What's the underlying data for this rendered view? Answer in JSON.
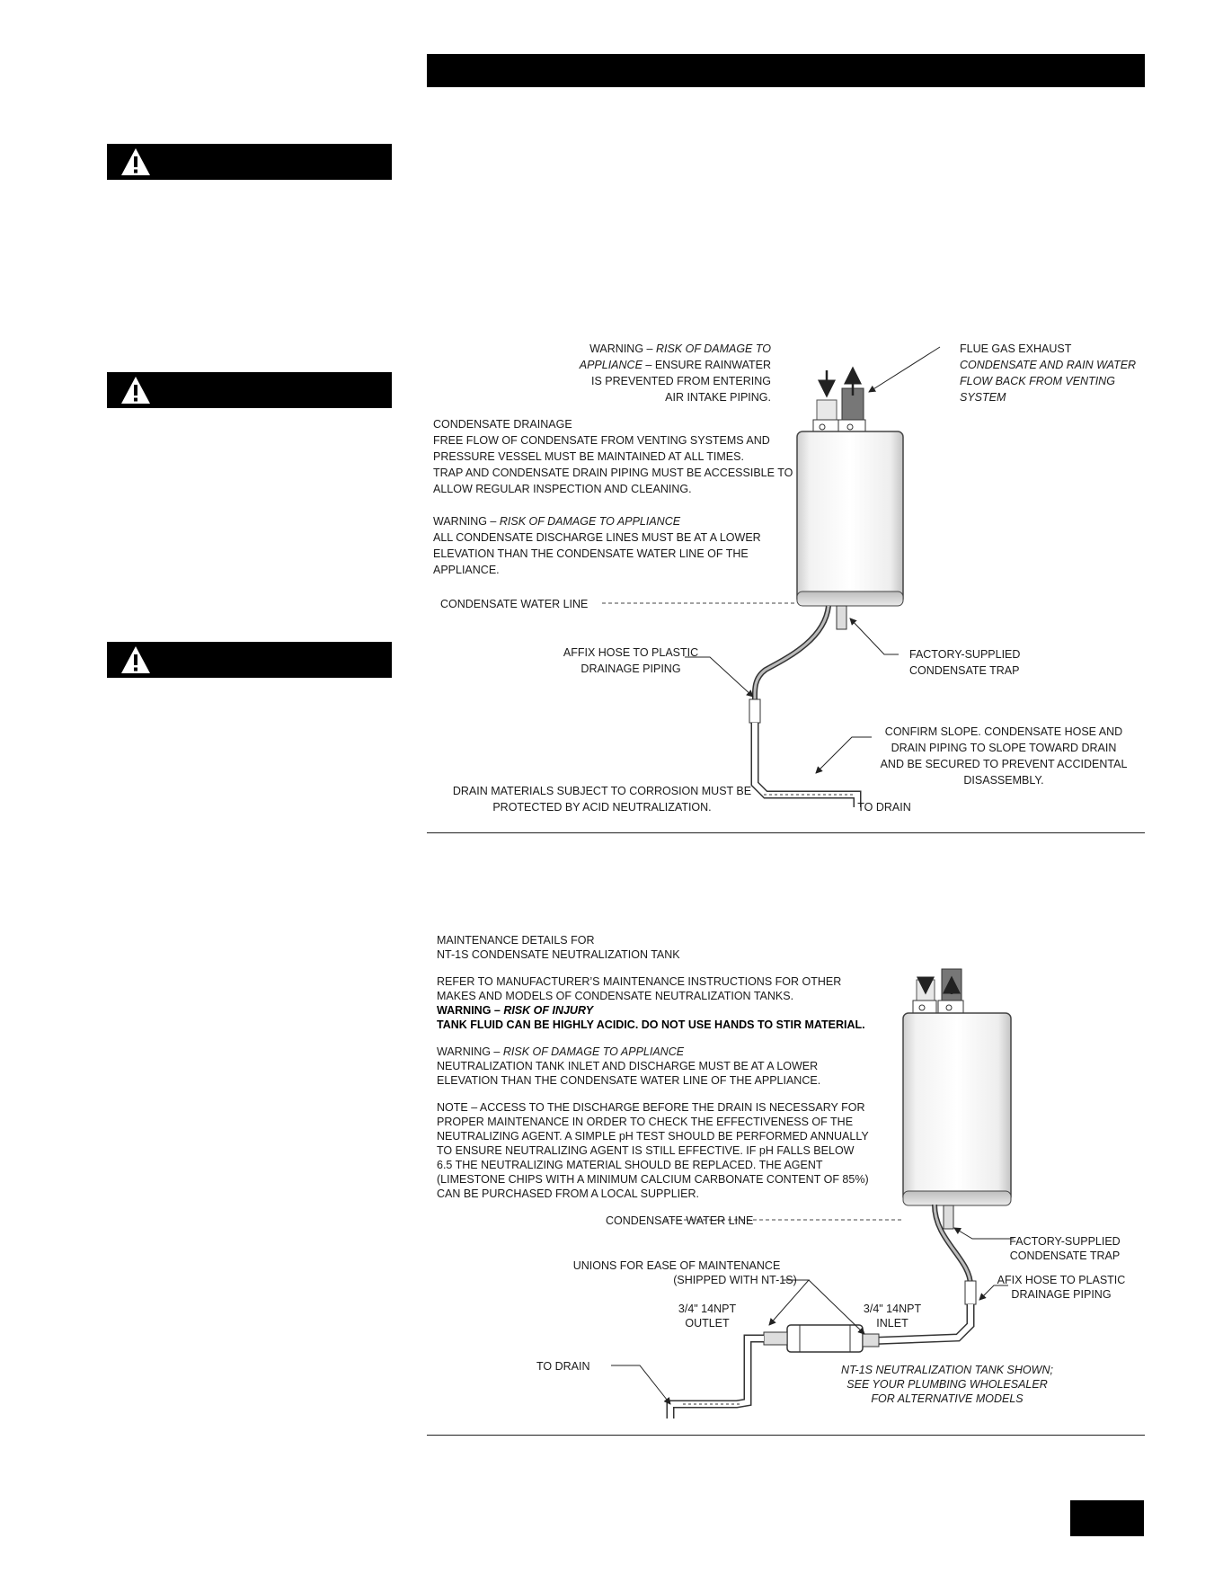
{
  "fig1": {
    "warning_rain": [
      "WARNING – ",
      "RISK OF DAMAGE TO",
      "APPLIANCE",
      " – ENSURE RAINWATER",
      "IS PREVENTED FROM ENTERING",
      "AIR INTAKE PIPING."
    ],
    "flue_gas": [
      "FLUE GAS EXHAUST",
      "CONDENSATE AND RAIN WATER",
      "FLOW BACK FROM VENTING",
      "SYSTEM"
    ],
    "drainage": [
      "CONDENSATE DRAINAGE",
      "FREE FLOW OF CONDENSATE FROM VENTING SYSTEMS AND",
      "PRESSURE VESSEL MUST BE MAINTAINED AT ALL TIMES.",
      "TRAP AND CONDENSATE DRAIN PIPING MUST BE ACCESSIBLE TO",
      "ALLOW REGULAR INSPECTION AND CLEANING."
    ],
    "warning_lower": [
      "WARNING – ",
      "RISK OF DAMAGE TO APPLIANCE",
      "ALL CONDENSATE DISCHARGE LINES MUST BE AT A LOWER",
      "ELEVATION THAN THE CONDENSATE WATER LINE OF THE",
      "APPLIANCE."
    ],
    "water_line": "CONDENSATE WATER LINE",
    "trap": [
      "FACTORY-SUPPLIED",
      "CONDENSATE TRAP"
    ],
    "hose": [
      "AFFIX HOSE TO PLASTIC",
      "DRAINAGE PIPING"
    ],
    "slope": [
      "CONFIRM SLOPE.  CONDENSATE HOSE AND",
      "DRAIN PIPING TO SLOPE TOWARD DRAIN",
      "AND BE SECURED TO PREVENT ACCIDENTAL",
      "DISASSEMBLY."
    ],
    "corrosion": [
      "DRAIN MATERIALS SUBJECT TO CORROSION MUST BE",
      "PROTECTED BY ACID NEUTRALIZATION."
    ],
    "to_drain": "TO DRAIN"
  },
  "fig2": {
    "maint": [
      "MAINTENANCE DETAILS FOR",
      "NT-1S CONDENSATE NEUTRALIZATION TANK"
    ],
    "refer": [
      "REFER TO MANUFACTURER’S MAINTENANCE INSTRUCTIONS FOR OTHER",
      "MAKES AND MODELS OF CONDENSATE NEUTRALIZATION TANKS."
    ],
    "injury": [
      "WARNING – ",
      "RISK OF INJURY",
      "TANK FLUID CAN BE HIGHLY ACIDIC.  DO NOT USE HANDS TO STIR MATERIAL."
    ],
    "damage": [
      "WARNING – ",
      "RISK OF DAMAGE TO APPLIANCE",
      "NEUTRALIZATION TANK INLET AND DISCHARGE MUST BE AT A LOWER",
      "ELEVATION THAN THE CONDENSATE WATER LINE OF THE APPLIANCE."
    ],
    "note": [
      "NOTE – ACCESS TO THE DISCHARGE BEFORE THE DRAIN IS NECESSARY FOR",
      "PROPER MAINTENANCE IN ORDER TO CHECK THE EFFECTIVENESS OF THE",
      "NEUTRALIZING AGENT.  A SIMPLE pH TEST SHOULD BE PERFORMED ANNUALLY",
      "TO ENSURE NEUTRALIZING AGENT IS STILL EFFECTIVE.  IF pH FALLS BELOW",
      "6.5 THE NEUTRALIZING MATERIAL SHOULD BE REPLACED.  THE AGENT",
      "(LIMESTONE CHIPS WITH A MINIMUM CALCIUM CARBONATE CONTENT OF 85%)",
      "CAN BE PURCHASED FROM A LOCAL SUPPLIER."
    ],
    "water_line": "CONDENSATE WATER LINE",
    "trap": [
      "FACTORY-SUPPLIED",
      "CONDENSATE TRAP"
    ],
    "unions": [
      "UNIONS FOR EASE OF MAINTENANCE",
      "(SHIPPED WITH NT-1S)"
    ],
    "hose": [
      "AFIX HOSE TO PLASTIC",
      "DRAINAGE PIPING"
    ],
    "outlet": [
      "3/4\" 14NPT",
      "OUTLET"
    ],
    "inlet": [
      "3/4\" 14NPT",
      "INLET"
    ],
    "to_drain": "TO DRAIN",
    "nt1s": [
      "NT-1S NEUTRALIZATION TANK SHOWN;",
      "SEE YOUR PLUMBING WHOLESALER",
      "FOR ALTERNATIVE MODELS"
    ]
  }
}
